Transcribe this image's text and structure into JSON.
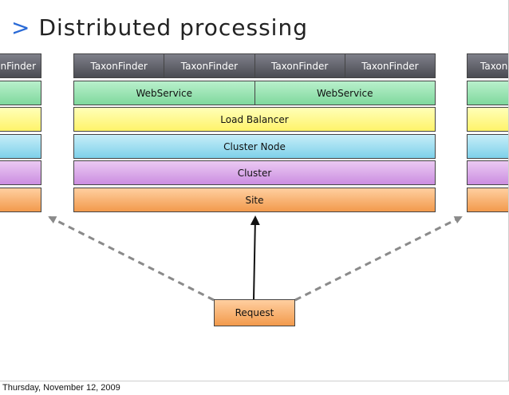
{
  "title": "Distributed processing",
  "title_marker": ">",
  "left_stack": {
    "taxon_label": "TaxonFinder"
  },
  "center_stack": {
    "taxonfinders": [
      "TaxonFinder",
      "TaxonFinder",
      "TaxonFinder",
      "TaxonFinder"
    ],
    "webservices": [
      "WebService",
      "WebService"
    ],
    "load_balancer": "Load Balancer",
    "cluster_node": "Cluster Node",
    "cluster": "Cluster",
    "site": "Site"
  },
  "right_stack": {
    "taxon_label": "TaxonFinder"
  },
  "request_label": "Request",
  "footer_date": "Thursday, November 12, 2009",
  "colors": {
    "taxonfinder": "#5a5b62",
    "webservice": "#8fdfaa",
    "load_balancer": "#fff36a",
    "cluster_node": "#7ed1ea",
    "cluster": "#cb8ee0",
    "site": "#f29a4c",
    "title_marker": "#2a6ad6"
  }
}
